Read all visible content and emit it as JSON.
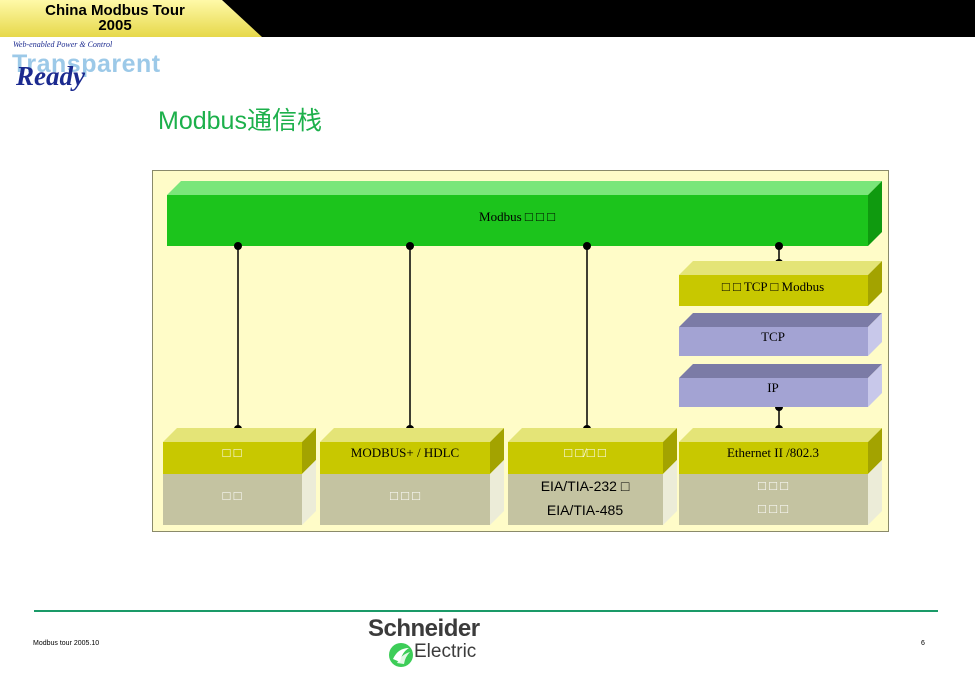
{
  "header": {
    "tour_line1": "China Modbus Tour",
    "tour_line2": "2005",
    "tagline": "Web-enabled Power & Control",
    "brand_transparent": "Transparent",
    "brand_ready": "Ready"
  },
  "title": "Modbus通信栈",
  "diagram": {
    "top_bar": "Modbus □ □ □",
    "stack_boxes": {
      "client_server": "□ □ TCP □ Modbus",
      "tcp": "TCP",
      "ip": "IP"
    },
    "columns": [
      {
        "upper": "□ □",
        "lower": [
          "□ □"
        ]
      },
      {
        "upper": "MODBUS+ / HDLC",
        "lower": [
          "□ □ □"
        ]
      },
      {
        "upper": "□ □/□ □",
        "lower": [
          "EIA/TIA-232 □",
          "EIA/TIA-485"
        ]
      },
      {
        "upper": "Ethernet II /802.3",
        "lower": [
          "□ □ □",
          "□ □ □"
        ]
      }
    ]
  },
  "footer": {
    "left": "Modbus tour 2005.10",
    "right": "6",
    "logo_name": "Schneider",
    "logo_sub": "Electric"
  },
  "colors": {
    "green": "#1cc41c",
    "olive": "#c8c800",
    "lavender": "#a3a3d3",
    "taupe": "#c4c3a1",
    "panel": "#fffcc8",
    "title_green": "#1cb04b"
  }
}
